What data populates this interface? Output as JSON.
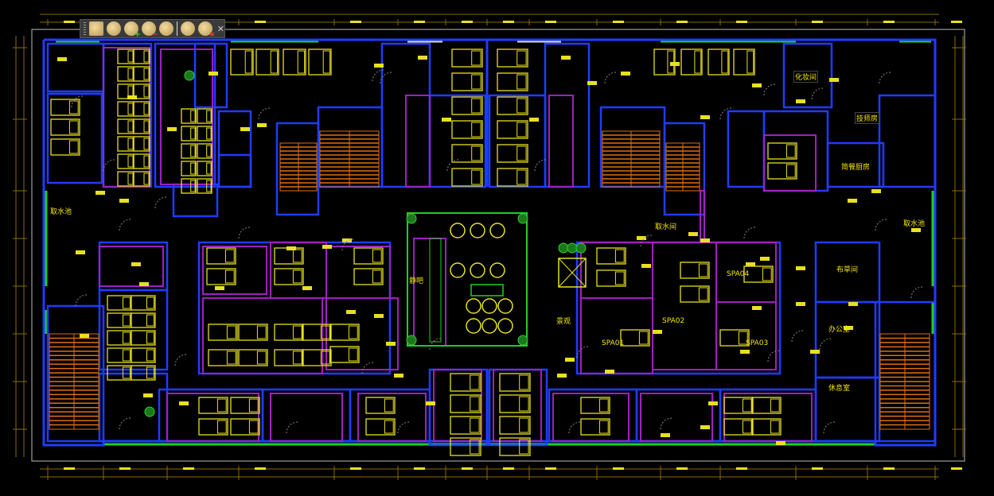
{
  "toolbar": {
    "buttons": [
      {
        "name": "viewcube-icon"
      },
      {
        "name": "sphere-icon"
      },
      {
        "name": "sphere-add-icon",
        "badge": "+"
      },
      {
        "name": "sphere-remove-icon",
        "badge": "−"
      },
      {
        "name": "sphere-slice-icon"
      },
      {
        "name": "half-sphere-icon"
      },
      {
        "name": "sphere-delete-icon",
        "badge": "✖"
      }
    ],
    "close": "✕"
  },
  "rooms": {
    "makeup": "化妆间",
    "tech_room": "技师房",
    "kitchen": "简餐厨房",
    "water_left": "取水池",
    "water_right": "取水池",
    "water_room": "取水间",
    "quiet_bar": "静吧",
    "landscape": "景观",
    "spa01": "SPA01",
    "spa02": "SPA02",
    "spa03": "SPA03",
    "spa04": "SPA04",
    "linen": "布草间",
    "office": "办公室",
    "rest": "休息室"
  },
  "colors": {
    "wall": "#1f3cff",
    "partition": "#a020c0",
    "furniture": "#e8e020",
    "dim": "#8a6a00",
    "green": "#20d020",
    "stair": "#e07010"
  }
}
